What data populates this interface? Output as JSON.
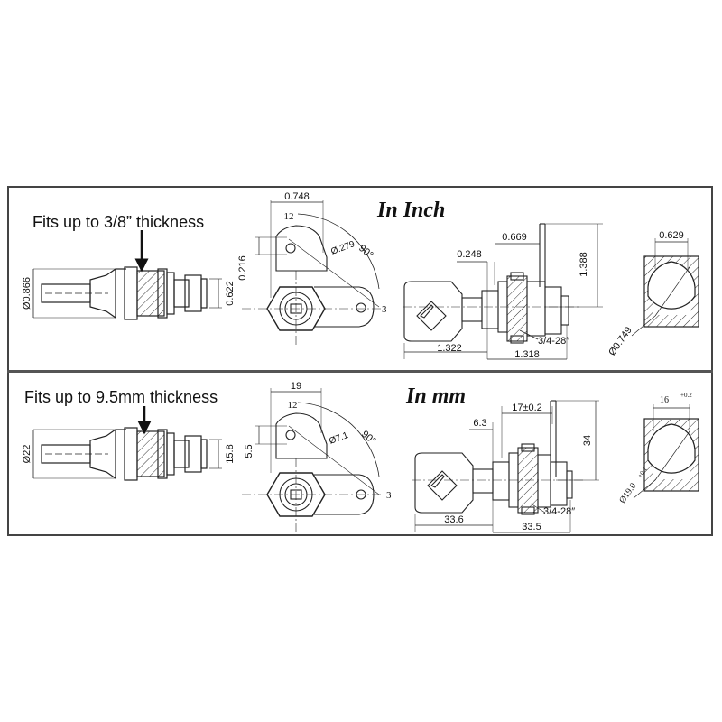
{
  "inch": {
    "title": "In Inch",
    "fits_label": "Fits up to 3/8” thickness",
    "side": {
      "diameter": "Ø0.866",
      "nut": "0.622"
    },
    "cam": {
      "width": "0.748",
      "arm": "12",
      "offset": "0.216",
      "hole": "Ø.279",
      "angle": "90°",
      "pos": "3"
    },
    "key": {
      "cam_drop": "1.388",
      "gap": "0.248",
      "body": "0.669",
      "thread": "3/4-28″",
      "key_len": "1.322",
      "total": "1.318"
    },
    "cutout": {
      "flat": "0.629",
      "dia": "Ø0.749"
    }
  },
  "mm": {
    "title": "In mm",
    "fits_label": "Fits up to 9.5mm thickness",
    "side": {
      "diameter": "Ø22",
      "nut": "15.8"
    },
    "cam": {
      "width": "19",
      "arm": "12",
      "offset": "5.5",
      "hole": "Ø7.1",
      "angle": "90°",
      "pos": "3"
    },
    "key": {
      "cam_drop": "34",
      "gap": "6.3",
      "body": "17±0.2",
      "thread": "3/4-28″",
      "key_len": "33.6",
      "total": "33.5"
    },
    "cutout": {
      "flat": "16",
      "flat_tol": "+0.2",
      "dia": "Ø19.0",
      "dia_tol": "+0.1"
    }
  }
}
